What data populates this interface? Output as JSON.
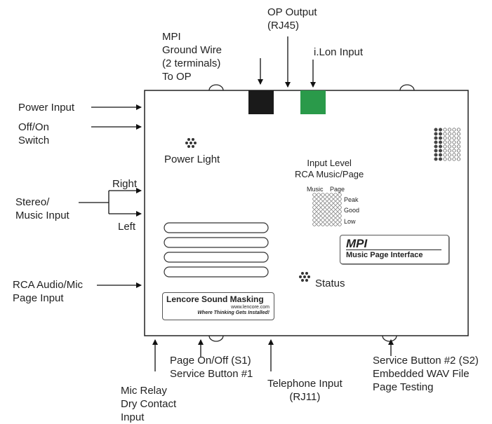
{
  "labels": {
    "mpi_ground": [
      "MPI",
      "Ground Wire",
      "(2 terminals)",
      "To OP"
    ],
    "op_output": [
      "OP Output",
      "(RJ45)"
    ],
    "ilon_input": "i.Lon Input",
    "power_input": "Power Input",
    "off_on_switch": [
      "Off/On",
      "Switch"
    ],
    "power_light": "Power Light",
    "right": "Right",
    "left": "Left",
    "stereo_music": [
      "Stereo/",
      "Music Input"
    ],
    "input_level": [
      "Input Level",
      "RCA Music/Page"
    ],
    "rca_audio": [
      "RCA Audio/Mic",
      "Page Input"
    ],
    "status": "Status",
    "page_on_off": [
      "Page On/Off (S1)",
      "Service Button #1"
    ],
    "mic_relay": [
      "Mic Relay",
      "Dry Contact",
      "Input"
    ],
    "telephone": [
      "Telephone Input",
      "(RJ11)"
    ],
    "service2": [
      "Service Button #2 (S2)",
      "Embedded WAV File",
      "Page Testing"
    ]
  },
  "meter": {
    "col_labels": [
      "Music",
      "Page"
    ],
    "levels": [
      "Peak",
      "Good",
      "Low"
    ]
  },
  "mpi_badge": {
    "title": "MPI",
    "subtitle": "Music Page Interface"
  },
  "lencore_badge": {
    "title": "Lencore Sound Masking",
    "url": "www.lencore.com",
    "tagline": "Where Thinking Gets Installed!"
  },
  "colors": {
    "ilon_jack": "#2a9a4a",
    "op_jack": "#1a1a1a",
    "outline": "#222222"
  }
}
